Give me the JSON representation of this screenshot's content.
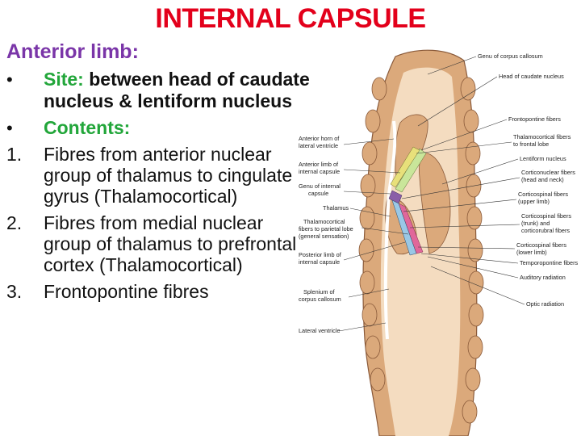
{
  "title": "INTERNAL CAPSULE",
  "heading": "Anterior limb:",
  "site": {
    "label": "Site:",
    "text": "between head of caudate nucleus & lentiform nucleus"
  },
  "contents_label": "Contents:",
  "contents": [
    {
      "num": "1.",
      "text": "Fibres from anterior nuclear group of thalamus to cingulate gyrus (Thalamocortical)"
    },
    {
      "num": "2.",
      "text": "Fibres from medial nuclear group of thalamus to prefrontal cortex (Thalamocortical)"
    },
    {
      "num": "3.",
      "text": "Frontopontine fibres"
    }
  ],
  "diagram": {
    "left_labels": {
      "anterior_horn": [
        "Anterior horn of",
        "lateral ventricle"
      ],
      "anterior_limb": [
        "Anterior limb of",
        "internal capsule"
      ],
      "genu": [
        "Genu of internal",
        "capsule"
      ],
      "thalamus": [
        "Thalamus"
      ],
      "thalamocortical_parietal": [
        "Thalamocortical",
        "fibers to parietal lobe",
        "(general sensation)"
      ],
      "posterior_limb": [
        "Posterior limb of",
        "internal capsule"
      ],
      "splenium": [
        "Splenium of",
        "corpus callosum"
      ],
      "lateral_ventricle": [
        "Lateral ventricle"
      ]
    },
    "right_labels": {
      "genu_cc": [
        "Genu of corpus callosum"
      ],
      "head_caudate": [
        "Head of caudate nucleus"
      ],
      "frontopontine": [
        "Frontopontine fibers"
      ],
      "thalamocortical_frontal": [
        "Thalamocortical fibers",
        "to frontal lobe"
      ],
      "lentiform": [
        "Lentiform nucleus"
      ],
      "corticonuclear": [
        "Corticonuclear fibers",
        "(head and neck)"
      ],
      "corticospinal_upper": [
        "Corticospinal fibers",
        "(upper limb)"
      ],
      "corticospinal_trunk": [
        "Corticospinal fibers",
        "(trunk) and",
        "corticorubral fibers"
      ],
      "corticospinal_lower": [
        "Corticospinal fibers",
        "(lower limb)"
      ],
      "temporopontine": [
        "Temporopontine fibers"
      ],
      "auditory": [
        "Auditory radiation"
      ],
      "optic": [
        "Optic radiation"
      ]
    },
    "colors": {
      "tissue": "#dba97b",
      "white_matter": "#f4dcc0",
      "outline": "#8a5a3a",
      "frontopontine": "#c9e69a",
      "thalamocortical_frontal": "#e8e07a",
      "corticonuclear": "#8a5ea8",
      "corticospinal_pink": "#e0679a",
      "corticospinal_blue": "#9ac8e6"
    }
  }
}
